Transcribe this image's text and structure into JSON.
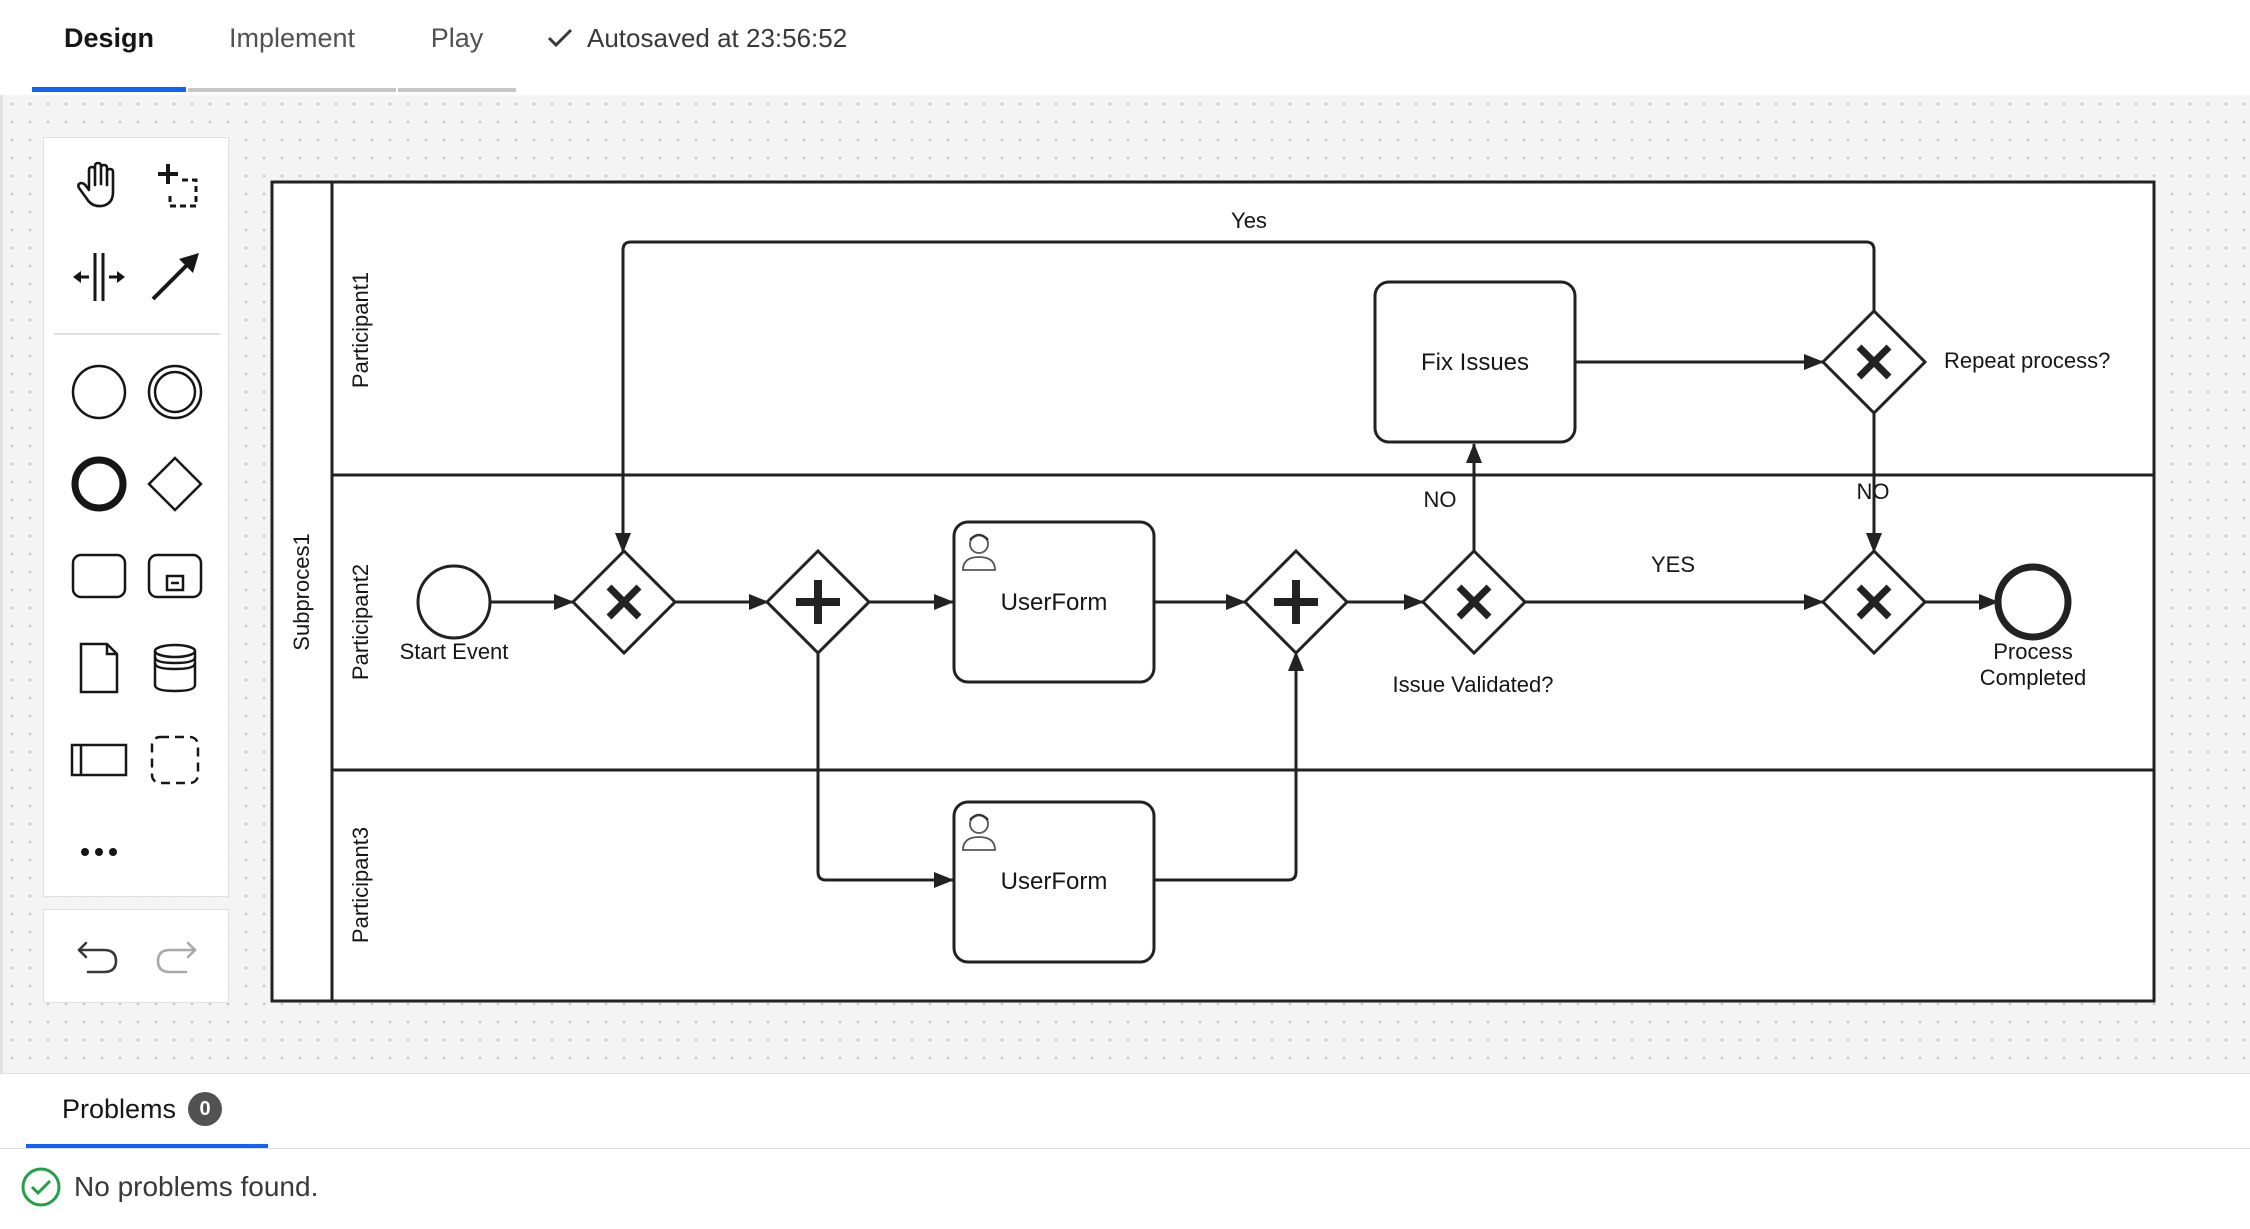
{
  "tabs": {
    "design": "Design",
    "implement": "Implement",
    "play": "Play"
  },
  "autosave": {
    "text": "Autosaved at 23:56:52",
    "icon": "checkmark-icon"
  },
  "palette": {
    "tools": [
      "hand-tool-icon",
      "lasso-tool-icon",
      "space-tool-icon",
      "connect-tool-icon",
      "start-event-icon",
      "intermediate-event-icon",
      "end-event-icon",
      "gateway-icon",
      "task-icon",
      "subprocess-icon",
      "data-object-icon",
      "data-store-icon",
      "pool-icon",
      "group-icon",
      "more-icon"
    ],
    "history": [
      "undo-icon",
      "redo-icon"
    ]
  },
  "diagram": {
    "pool_label": "Subproces1",
    "lanes": [
      "Participant1",
      "Participant2",
      "Participant3"
    ],
    "start_event": "Start Event",
    "task_fix": "Fix Issues",
    "task_form_1": "UserForm",
    "task_form_2": "UserForm",
    "gateway_validated": "Issue Validated?",
    "gateway_repeat": "Repeat process?",
    "end_event_line1": "Process",
    "end_event_line2": "Completed",
    "flow_yes": "Yes",
    "flow_no_1": "NO",
    "flow_no_2": "NO",
    "flow_yes_2": "YES"
  },
  "problems": {
    "tab_label": "Problems",
    "count": "0",
    "message": "No problems found."
  },
  "colors": {
    "accent": "#0f62fe",
    "success": "#24a148",
    "diagram_stroke": "#222222"
  }
}
